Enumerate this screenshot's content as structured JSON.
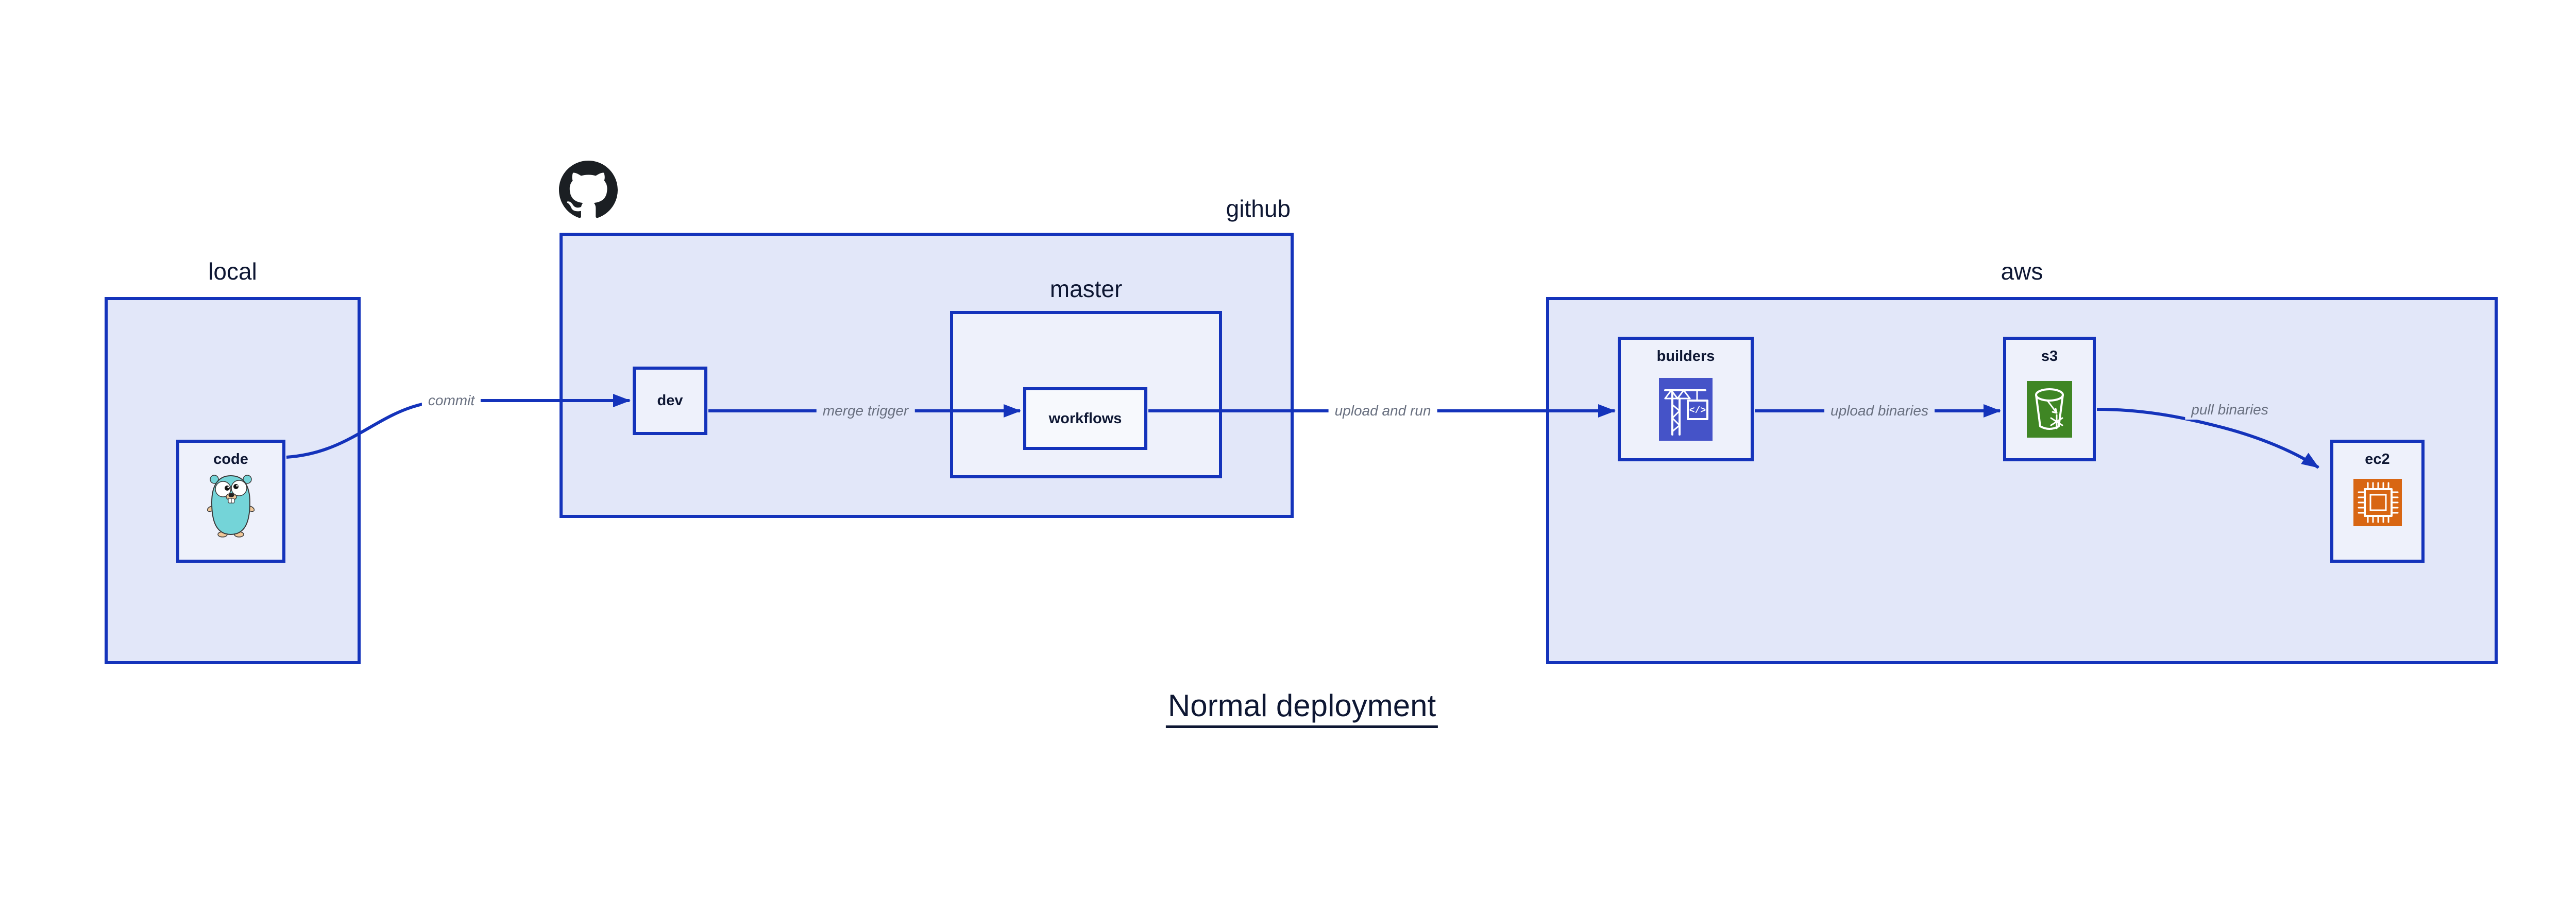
{
  "diagram": {
    "title": "Normal deployment",
    "containers": {
      "local": {
        "label": "local"
      },
      "github": {
        "label": "github"
      },
      "master": {
        "label": "master"
      },
      "aws": {
        "label": "aws"
      }
    },
    "nodes": {
      "code": {
        "label": "code",
        "icon": "go-gopher-icon"
      },
      "dev": {
        "label": "dev"
      },
      "workflows": {
        "label": "workflows"
      },
      "builders": {
        "label": "builders",
        "icon": "codebuild-crane-icon"
      },
      "s3": {
        "label": "s3",
        "icon": "s3-bucket-icon"
      },
      "ec2": {
        "label": "ec2",
        "icon": "ec2-chip-icon"
      }
    },
    "edges": {
      "commit": {
        "label": "commit",
        "from": "code",
        "to": "dev"
      },
      "merge_trigger": {
        "label": "merge trigger",
        "from": "dev",
        "to": "workflows"
      },
      "upload_and_run": {
        "label": "upload and run",
        "from": "workflows",
        "to": "builders"
      },
      "upload_binaries": {
        "label": "upload binaries",
        "from": "builders",
        "to": "s3"
      },
      "pull_binaries": {
        "label": "pull binaries",
        "from": "s3",
        "to": "ec2"
      }
    },
    "logos": {
      "github": "github-octocat-icon"
    }
  },
  "colors": {
    "canvas": "#ffffff",
    "edge_blue": "#1433bb",
    "container_fill": "#e2e7f9",
    "node_fill": "#eef1fb",
    "innermost_fill": "#f7f9fd",
    "text_navy": "#0e1733",
    "edge_label_gray": "#697080",
    "github_black": "#1b1f23",
    "gopher_teal": "#74d4d8",
    "gopher_tan": "#f0c89a",
    "builders_indigo": "#4553c8",
    "s3_green": "#3f8624",
    "ec2_orange": "#d86613"
  }
}
